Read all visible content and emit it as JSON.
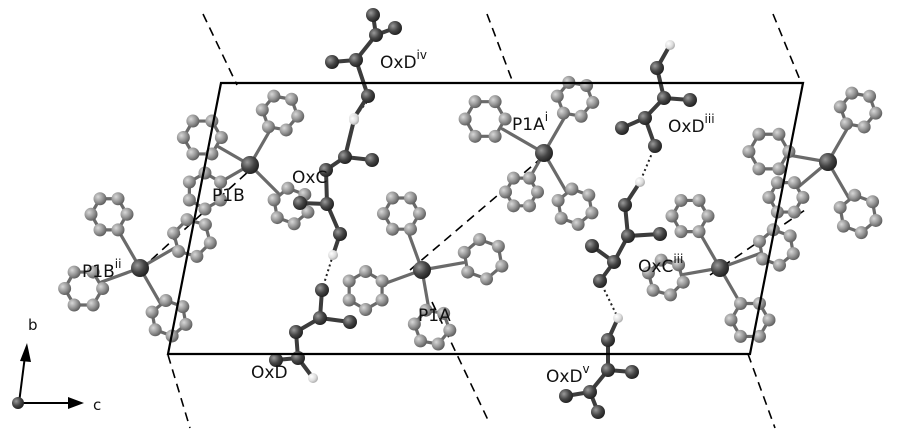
{
  "figure": {
    "labels": [
      {
        "id": "oxd-iv",
        "base": "OxD",
        "sup": "iv"
      },
      {
        "id": "p1a-i",
        "base": "P1A",
        "sup": "i"
      },
      {
        "id": "oxd-iii",
        "base": "OxD",
        "sup": "iii"
      },
      {
        "id": "oxc",
        "base": "OxC",
        "sup": ""
      },
      {
        "id": "p1b",
        "base": "P1B",
        "sup": ""
      },
      {
        "id": "p1b-ii",
        "base": "P1B",
        "sup": "ii"
      },
      {
        "id": "oxc-iii",
        "base": "OxC",
        "sup": "iii"
      },
      {
        "id": "p1a",
        "base": "P1A",
        "sup": ""
      },
      {
        "id": "oxd",
        "base": "OxD",
        "sup": ""
      },
      {
        "id": "oxd-v",
        "base": "OxD",
        "sup": "v"
      }
    ],
    "axes": {
      "b": "b",
      "c": "c"
    },
    "colors": {
      "ring_atom": "#8e8e8e",
      "heavy_atom": "#444444",
      "hydrogen": "#dcdcdc",
      "bond": "#6a6a6a",
      "cell": "#000000"
    }
  }
}
